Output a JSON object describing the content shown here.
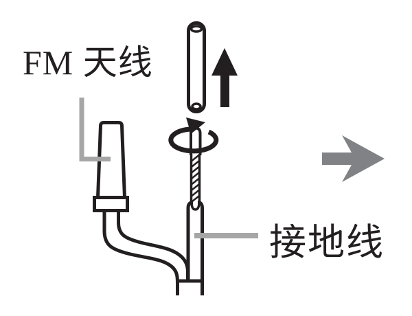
{
  "figure": {
    "type": "instruction-diagram",
    "description_semantics": "Unscrew and pull the rod up from the FM antenna / ground wire assembly",
    "labels": {
      "fm_antenna": "FM 天线",
      "ground_wire": "接地线"
    },
    "icons": {
      "up_arrow": "pull-rod-upward-arrow",
      "rotation_arrow": "unscrew-rotation-arrow",
      "next_step_arrow": "proceed-right-arrow"
    },
    "colors": {
      "line": "#231f20",
      "leader": "#a6a6a6",
      "step_arrow": "#808285",
      "background": "#ffffff"
    }
  }
}
